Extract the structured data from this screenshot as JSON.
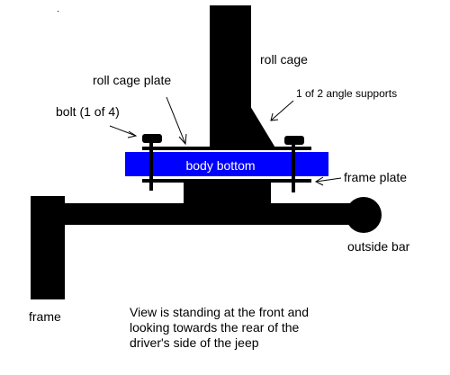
{
  "colors": {
    "background": "#ffffff",
    "structure": "#000000",
    "body_bottom_fill": "#0000ff",
    "body_bottom_text": "#ffffff",
    "label_text": "#000000"
  },
  "labels": {
    "roll_cage": "roll cage",
    "roll_cage_plate": "roll cage plate",
    "angle_supports": "1 of 2 angle supports",
    "bolt": "bolt (1 of 4)",
    "body_bottom": "body bottom",
    "frame_plate": "frame plate",
    "outside_bar": "outside bar",
    "frame": "frame"
  },
  "caption": {
    "line1": "View is standing at the front and",
    "line2": "looking towards the rear of the",
    "line3": "driver's side of the jeep"
  }
}
